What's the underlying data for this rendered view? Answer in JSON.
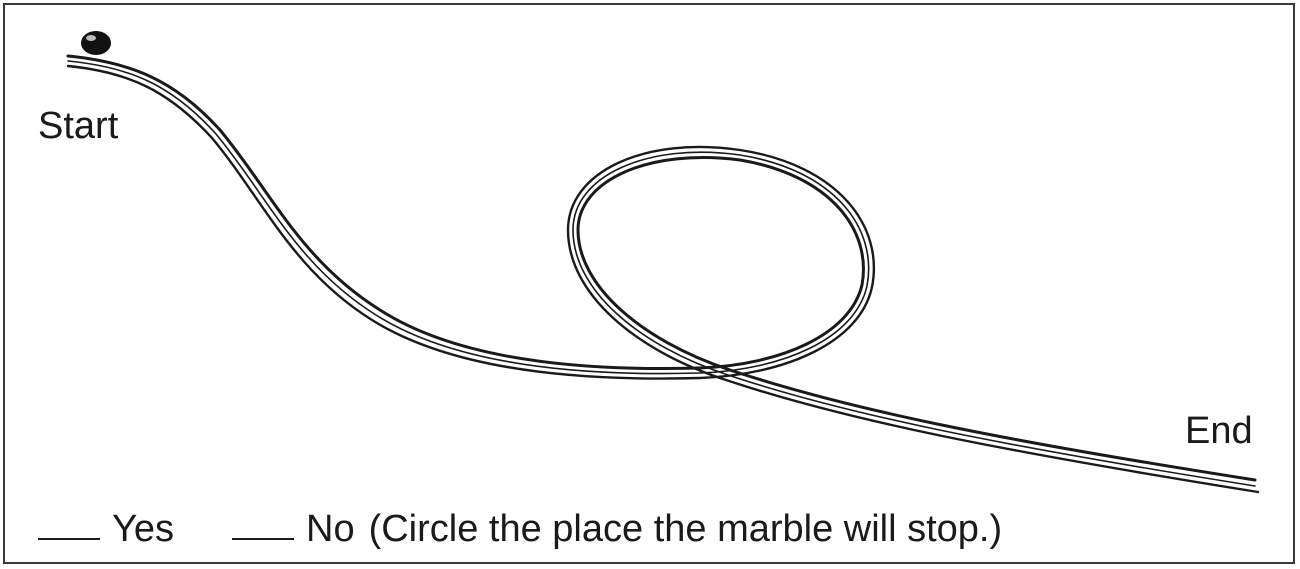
{
  "labels": {
    "start": "Start",
    "end": "End"
  },
  "answer_row": {
    "yes_label": "Yes",
    "no_label": "No",
    "instruction": "(Circle the place the marble will stop.)"
  },
  "colors": {
    "ink": "#1a1a1a",
    "frame": "#3a3a3a",
    "background": "#ffffff"
  }
}
